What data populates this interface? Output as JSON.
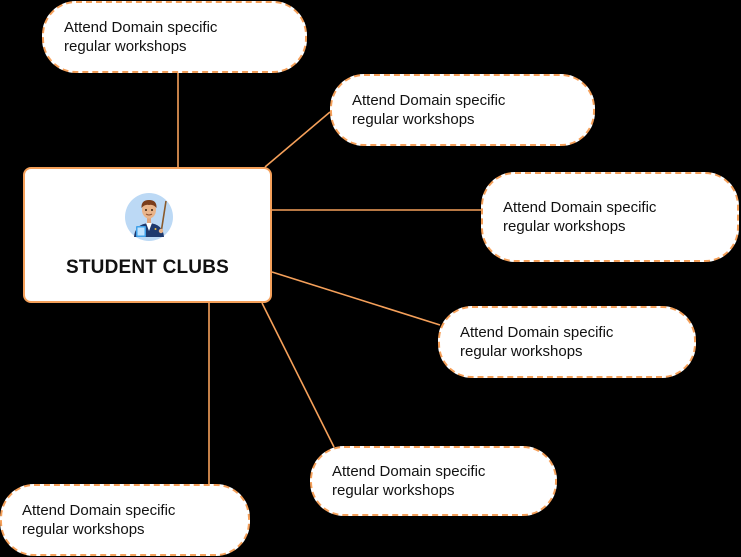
{
  "center": {
    "title": "STUDENT CLUBS",
    "icon": "teacher-avatar-icon"
  },
  "nodes": [
    {
      "line1": "Attend Domain specific",
      "line2": "regular workshops"
    },
    {
      "line1": "Attend Domain specific",
      "line2": "regular workshops"
    },
    {
      "line1": "Attend Domain specific",
      "line2": "regular workshops"
    },
    {
      "line1": "Attend Domain specific",
      "line2": "regular workshops"
    },
    {
      "line1": "Attend Domain specific",
      "line2": "regular workshops"
    },
    {
      "line1": "Attend Domain specific",
      "line2": "regular workshops"
    }
  ],
  "colors": {
    "accent": "#f5a05a",
    "background": "#000000",
    "node_fill": "#ffffff",
    "text": "#111111"
  }
}
